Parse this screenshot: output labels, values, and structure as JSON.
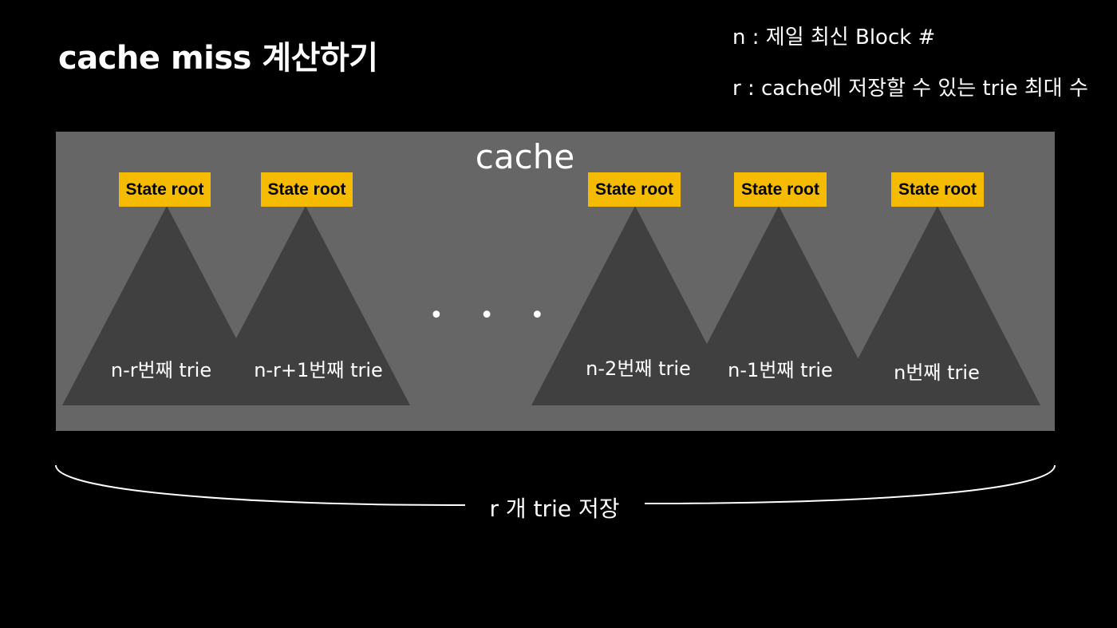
{
  "title": "cache miss 계산하기",
  "legend": {
    "n": "n : 제일 최신 Block #",
    "r": "r : cache에 저장할 수 있는 trie 최대 수"
  },
  "cache": {
    "label": "cache",
    "fill_color": "#666666",
    "trie_color": "#404040",
    "root_color": "#f5bb00",
    "ellipsis": "• • •",
    "tries": [
      {
        "root_label": "State root",
        "label": "n-r번째 trie"
      },
      {
        "root_label": "State root",
        "label": "n-r+1번째 trie"
      },
      {
        "root_label": "State root",
        "label": "n-2번째 trie"
      },
      {
        "root_label": "State root",
        "label": "n-1번째 trie"
      },
      {
        "root_label": "State root",
        "label": "n번째 trie"
      }
    ]
  },
  "brace_label": "r 개 trie 저장"
}
